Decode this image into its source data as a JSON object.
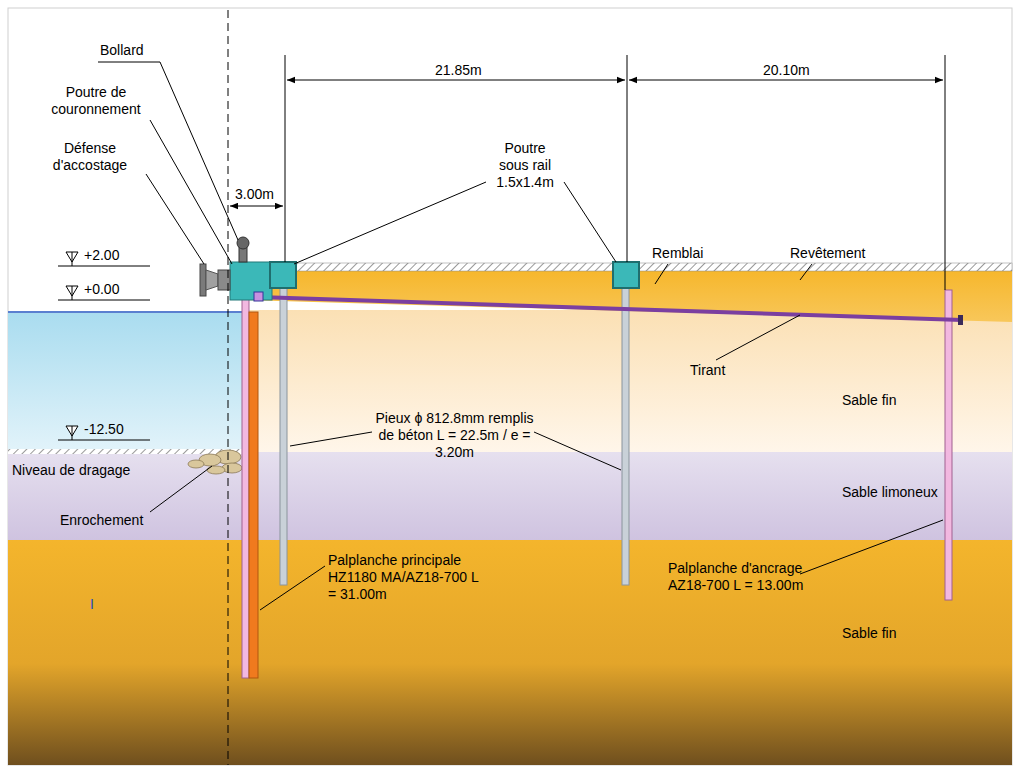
{
  "diagram": {
    "labels": [
      "Bollard",
      "Poutre de couronnement",
      "Défense d'accostage",
      "3.00m",
      "21.85m",
      "20.10m",
      "Poutre sous rail 1.5x1.4m",
      "+2.00",
      "+0.00",
      "Remblai",
      "Revêtement",
      "Tirant",
      "Sable fin",
      "-12.50",
      "Niveau de dragage",
      "Enrochement",
      "Pieux ϕ 812.8mm remplis de béton L = 22.5m / e = 3.20m",
      "Sable limoneux",
      "I",
      "Palplanche principale HZ1180 MA/AZ18-700 L = 31.00m",
      "Palplanche d'ancrage AZ18-700 L = 13.00m",
      "Sable fin"
    ]
  }
}
